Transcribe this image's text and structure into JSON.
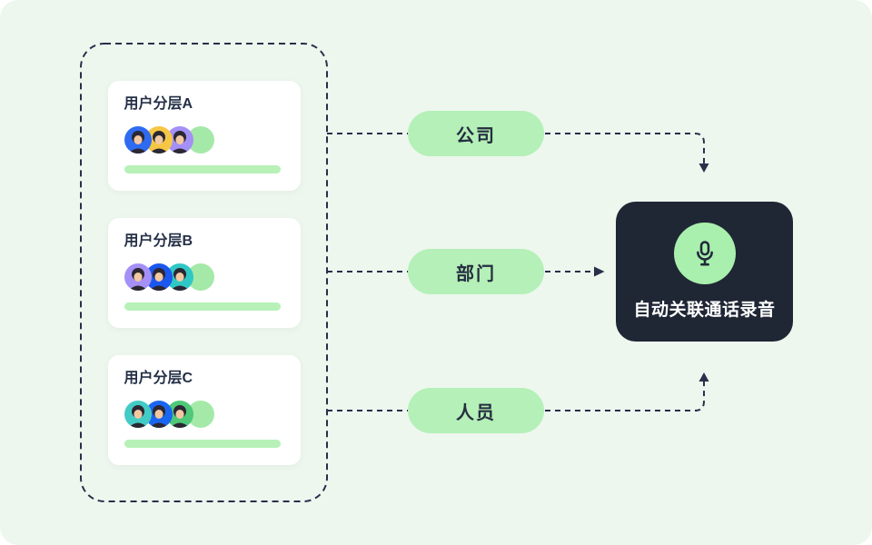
{
  "canvas": {
    "background_color": "#edf7ee",
    "line_color": "#28304a"
  },
  "group": {
    "cards": [
      {
        "title": "用户分层A",
        "avatar_styles": [
          "background:#2f6bf0",
          "background:#f6c744",
          "background:#a490f6",
          "background:#a5e9a9"
        ],
        "bar_color": "#b7f1b8"
      },
      {
        "title": "用户分层B",
        "avatar_styles": [
          "background:#a490f6",
          "background:#1b57ee",
          "background:#2fc8c5",
          "background:#a5e9a9"
        ],
        "bar_color": "#b7f1b8"
      },
      {
        "title": "用户分层C",
        "avatar_styles": [
          "background:#43cbc5",
          "background:#1b66f0",
          "background:#4fc878",
          "background:#a5e9a9"
        ],
        "bar_color": "#b7f1b8"
      }
    ]
  },
  "labels": {
    "company": "公司",
    "department": "部门",
    "person": "人员",
    "pill_color": "#b4f0b7"
  },
  "target": {
    "title": "自动关联通话录音",
    "icon": "microphone-icon",
    "background_color": "#1f2634",
    "badge_color": "#a9efad",
    "text_color": "#ffffff"
  }
}
